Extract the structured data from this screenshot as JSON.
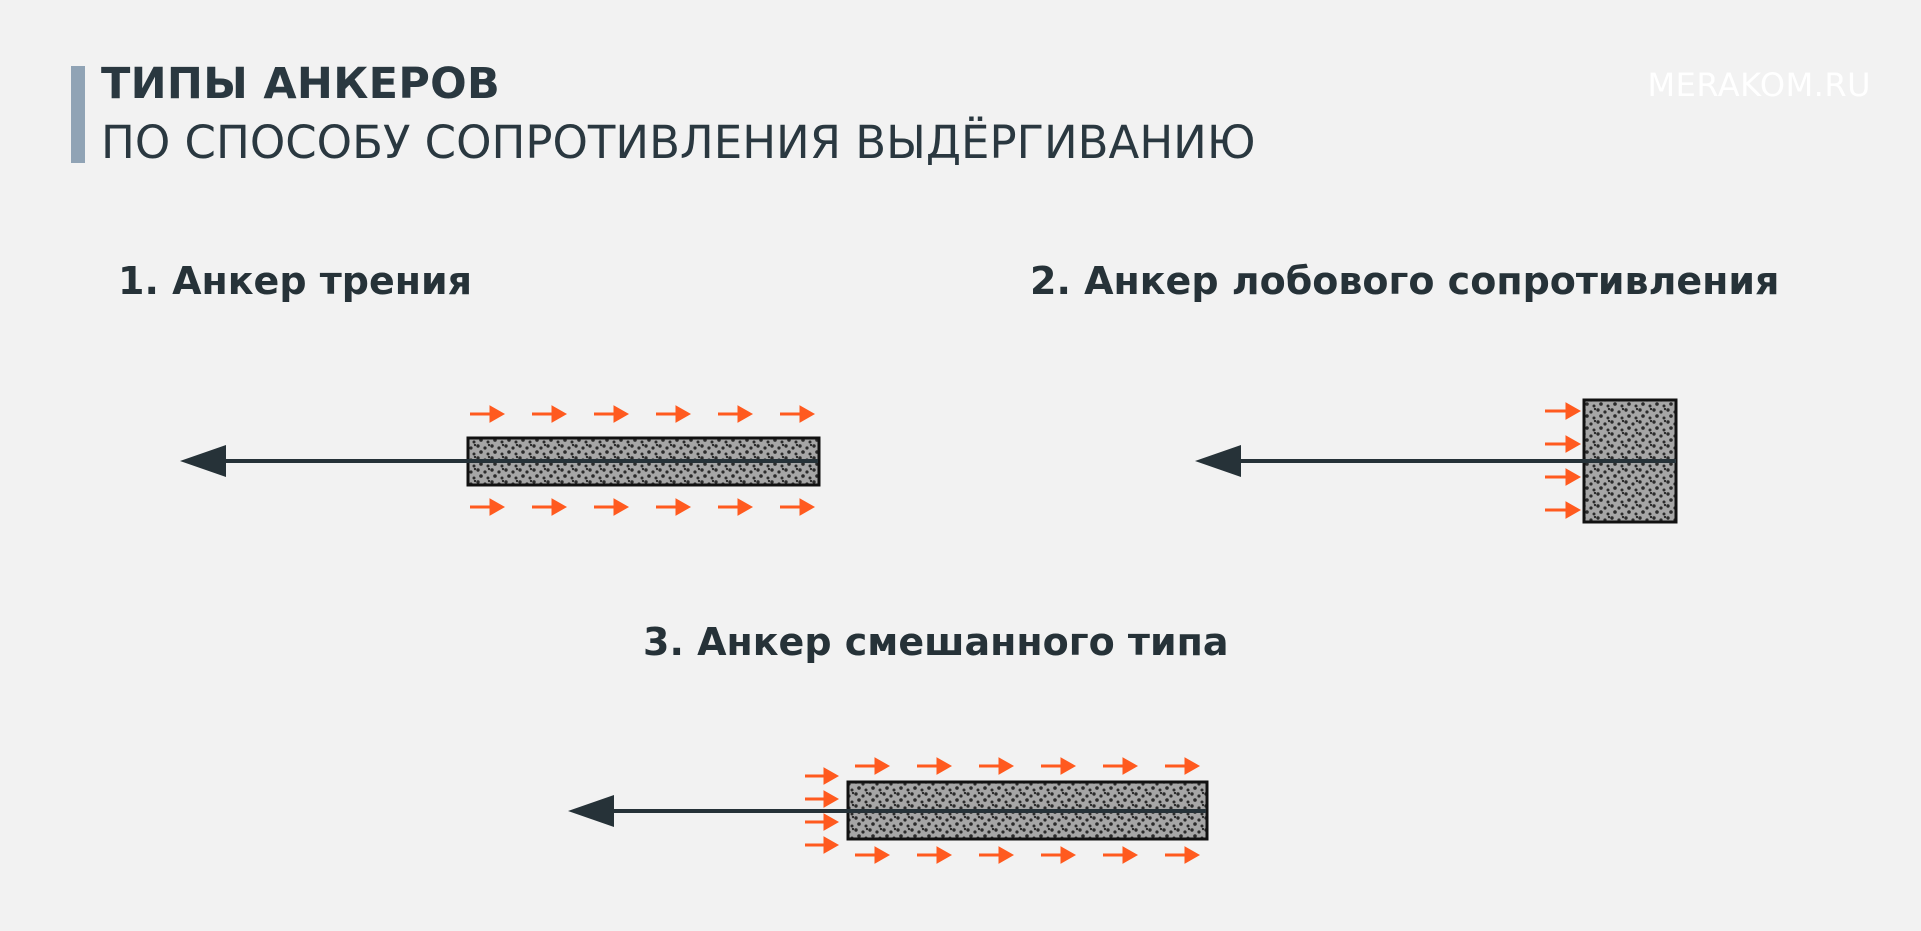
{
  "header": {
    "title": "ТИПЫ АНКЕРОВ",
    "subtitle": "ПО СПОСОБУ СОПРОТИВЛЕНИЯ ВЫДЁРГИВАНИЮ",
    "watermark": "MERAKOM.RU"
  },
  "anchors": [
    {
      "label": "1. Анкер трения"
    },
    {
      "label": "2. Анкер лобового сопротивления"
    },
    {
      "label": "3. Анкер смешанного типа"
    }
  ],
  "colors": {
    "background": "#f2f2f2",
    "accent_bar": "#90a3b5",
    "text": "#263238",
    "rod": "#263238",
    "force_arrow": "#ff5a1f",
    "grout_fill": "#a6a6a6",
    "grout_dots": "#2b2b2b",
    "outline": "#111111"
  }
}
